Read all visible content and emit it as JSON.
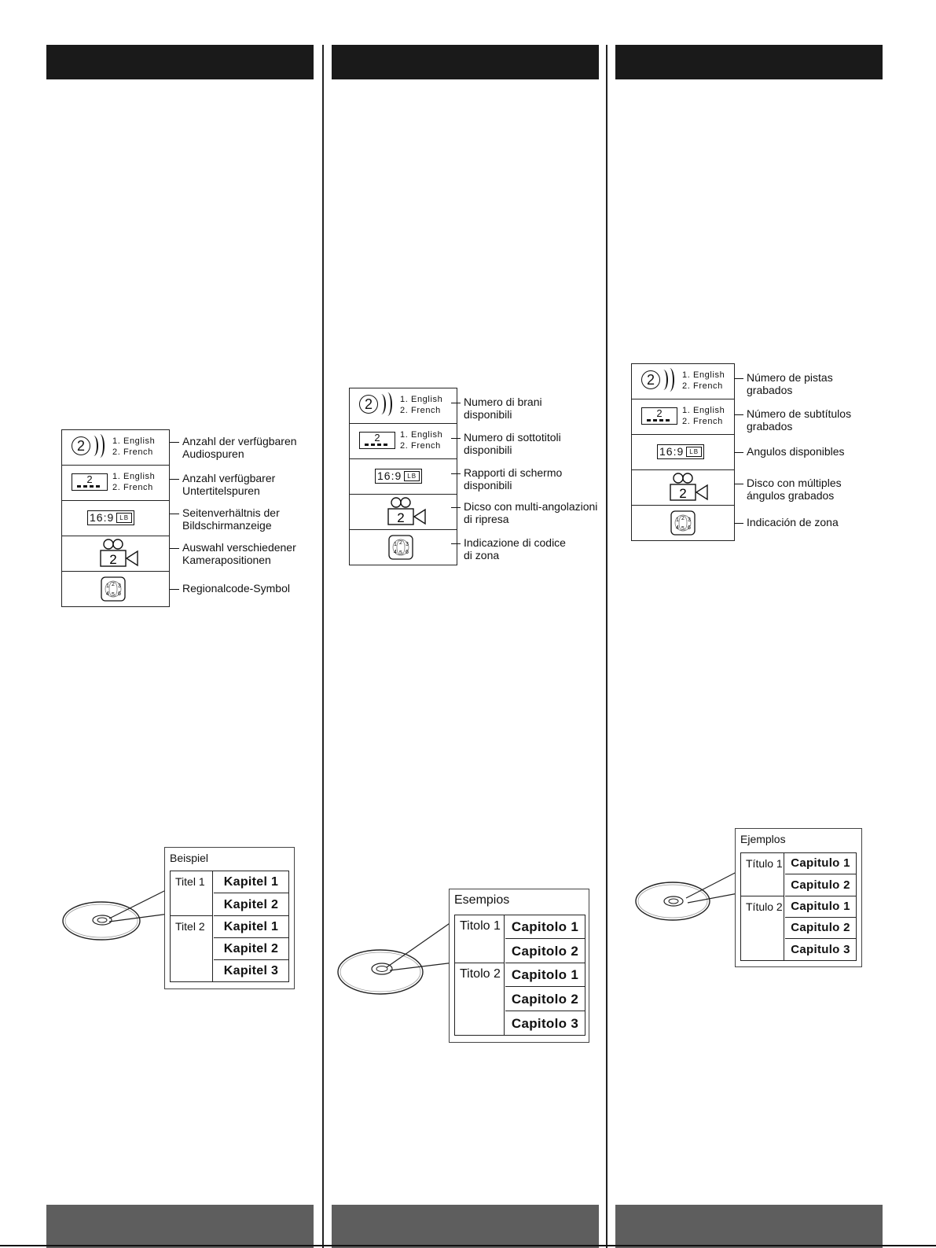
{
  "columns": [
    {
      "lang": "de",
      "languages": [
        "1. English",
        "2. French"
      ],
      "icon_labels": [
        "Anzahl der verfügbaren",
        "Audiospuren",
        "Anzahl verfügbarer",
        "Untertitelspuren",
        "Seitenverhältnis der",
        "Bildschirmanzeige",
        "Auswahl verschiedener",
        "Kamerapositionen",
        "Regionalcode-Symbol"
      ],
      "example": {
        "title": "Beispiel",
        "titles": [
          "Titel 1",
          "Titel 2"
        ],
        "chapters": [
          "Kapitel 1",
          "Kapitel 2",
          "Kapitel 1",
          "Kapitel 2",
          "Kapitel 3"
        ]
      }
    },
    {
      "lang": "it",
      "languages": [
        "1. English",
        "2. French"
      ],
      "icon_labels": [
        "Numero di brani",
        "disponibili",
        "Numero di sottotitoli",
        "disponibili",
        "Rapporti di schermo",
        "disponibili",
        "Dicso con multi-angolazioni",
        "di ripresa",
        "Indicazione di codice",
        "di zona"
      ],
      "example": {
        "title": "Esempios",
        "titles": [
          "Titolo 1",
          "Titolo 2"
        ],
        "chapters": [
          "Capitolo 1",
          "Capitolo 2",
          "Capitolo 1",
          "Capitolo 2",
          "Capitolo 3"
        ]
      }
    },
    {
      "lang": "es",
      "languages": [
        "1. English",
        "2. French"
      ],
      "icon_labels": [
        "Número de pistas",
        "grabados",
        "Número de subtítulos",
        "grabados",
        "Angulos disponibles",
        "",
        "Disco con múltiples",
        "ángulos grabados",
        "Indicación de zona",
        ""
      ],
      "example": {
        "title": "Ejemplos",
        "titles": [
          "Título 1",
          "Título 2"
        ],
        "chapters": [
          "Capitulo 1",
          "Capitulo 2",
          "Capitulo 1",
          "Capitulo 2",
          "Capitulo 3"
        ]
      }
    }
  ],
  "icon_glyphs": {
    "audio_count": "2",
    "subtitle_count": "2",
    "aspect": "16:9",
    "aspect_mode": "LB",
    "angle_count": "2",
    "zones": [
      "1",
      "2",
      "3",
      "4",
      "5",
      "6"
    ]
  },
  "colors": {
    "header": "#1a1a1a",
    "footer": "#5e5e5e"
  }
}
